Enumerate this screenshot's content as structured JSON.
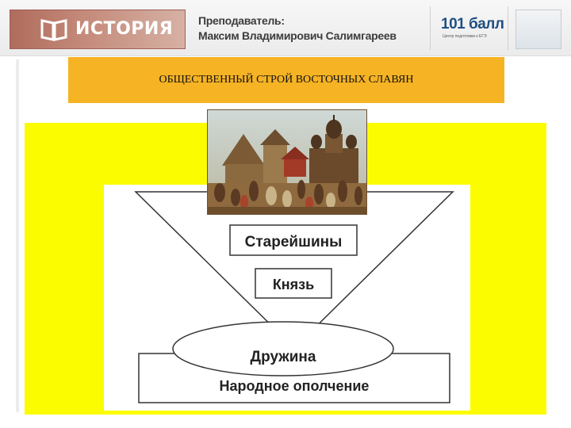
{
  "header": {
    "subject": "ИСТОРИЯ",
    "teacher_line1": "Преподаватель:",
    "teacher_line2": "Максим Владимирович Салимгареев",
    "brand": "101 балл",
    "brand_sub": "Центр подготовки к ЕГЭ"
  },
  "slide": {
    "title": "ОБЩЕСТВЕННЫЙ СТРОЙ ВОСТОЧНЫХ СЛАВЯН"
  },
  "diagram": {
    "top_label": "Старейшины",
    "middle_label": "Князь",
    "ellipse_label": "Дружина",
    "base_label": "Народное ополчение"
  },
  "colors": {
    "title_band": "#f6b324",
    "highlight": "#fcfc00",
    "brand_blue": "#1f4f82",
    "logo_brown": "#b06c5c"
  },
  "icons": {
    "logo": "open-book-icon"
  }
}
